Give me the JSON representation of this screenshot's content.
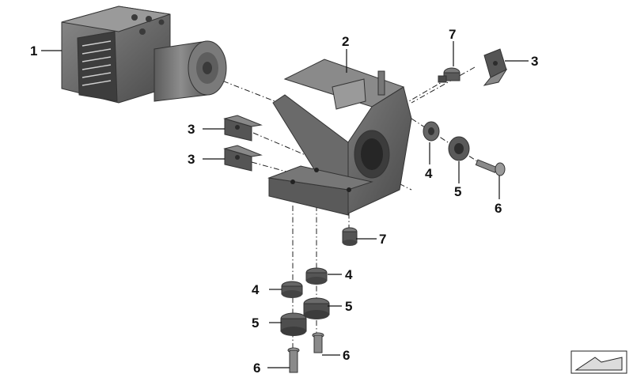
{
  "callouts": [
    {
      "id": "c1",
      "label": "1"
    },
    {
      "id": "c2",
      "label": "2"
    },
    {
      "id": "c3a",
      "label": "3"
    },
    {
      "id": "c3b",
      "label": "3"
    },
    {
      "id": "c3c",
      "label": "3"
    },
    {
      "id": "c4a",
      "label": "4"
    },
    {
      "id": "c4b",
      "label": "4"
    },
    {
      "id": "c4c",
      "label": "4"
    },
    {
      "id": "c5a",
      "label": "5"
    },
    {
      "id": "c5b",
      "label": "5"
    },
    {
      "id": "c5c",
      "label": "5"
    },
    {
      "id": "c6a",
      "label": "6"
    },
    {
      "id": "c6b",
      "label": "6"
    },
    {
      "id": "c6c",
      "label": "6"
    },
    {
      "id": "c7a",
      "label": "7"
    },
    {
      "id": "c7b",
      "label": "7"
    }
  ],
  "colors": {
    "part_dark": "#4a4a4a",
    "part_mid": "#6e6e6e",
    "part_light": "#9a9a9a",
    "ink": "#111111"
  }
}
